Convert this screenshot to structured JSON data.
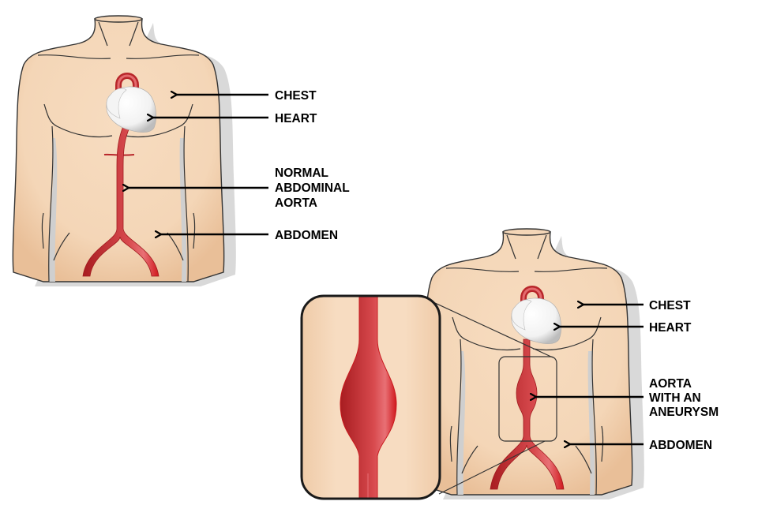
{
  "colors": {
    "skin": "#f5d9bb",
    "artery": "#c8282c",
    "heart": "#ffffff",
    "outline": "#333333"
  },
  "normal": {
    "labels": {
      "chest": "CHEST",
      "heart": "HEART",
      "aorta_lines": [
        "NORMAL",
        "ABDOMINAL",
        "AORTA"
      ],
      "abdomen": "ABDOMEN"
    }
  },
  "aneurysm": {
    "labels": {
      "chest": "CHEST",
      "heart": "HEART",
      "aorta_lines": [
        "AORTA",
        "WITH AN",
        "ANEURYSM"
      ],
      "abdomen": "ABDOMEN"
    }
  }
}
